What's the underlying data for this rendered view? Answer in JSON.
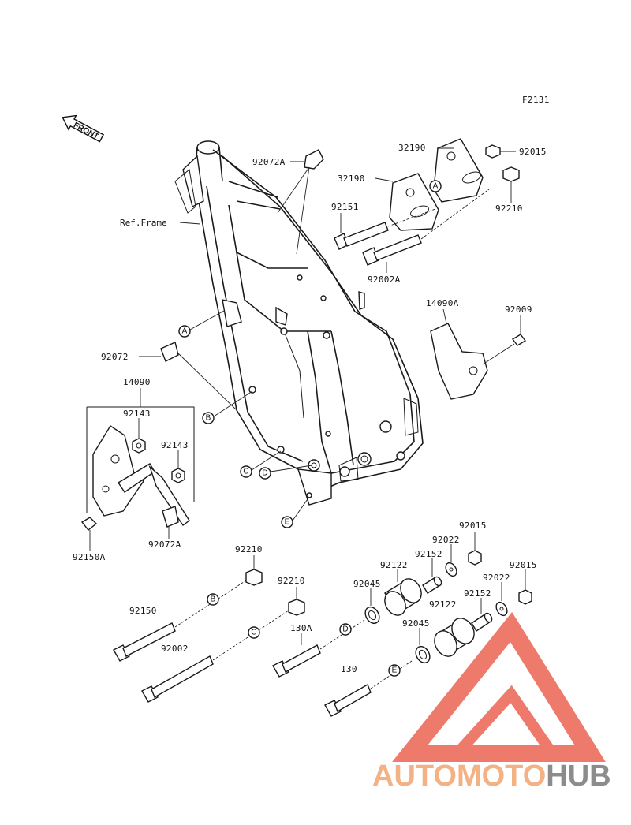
{
  "figure_id": "F2131",
  "front_label": "FRONT",
  "ref_frame_label": "Ref.Frame",
  "watermark": {
    "part_a": "AUTOMOTO",
    "part_b": "HUB",
    "color_a": "#f4b183",
    "color_b": "#8c8c8c",
    "logo_color": "#e94e3c"
  },
  "parts": {
    "p92072A_top": "92072A",
    "p32190_a": "32190",
    "p32190_b": "32190",
    "p92015_a": "92015",
    "p92210_a": "92210",
    "p92151": "92151",
    "p92002A": "92002A",
    "p14090A": "14090A",
    "p92009": "92009",
    "p92072": "92072",
    "p14090": "14090",
    "p92143_a": "92143",
    "p92143_b": "92143",
    "p92150A": "92150A",
    "p92072A_bottom": "92072A",
    "p92210_b": "92210",
    "p92210_c": "92210",
    "p92150": "92150",
    "p92002": "92002",
    "p130A": "130A",
    "p130": "130",
    "p92045_a": "92045",
    "p92045_b": "92045",
    "p92122_a": "92122",
    "p92122_b": "92122",
    "p92152_a": "92152",
    "p92152_b": "92152",
    "p92022_a": "92022",
    "p92022_b": "92022",
    "p92015_b": "92015",
    "p92015_c": "92015"
  },
  "callouts": {
    "A": "A",
    "B": "B",
    "C": "C",
    "D": "D",
    "E": "E"
  }
}
